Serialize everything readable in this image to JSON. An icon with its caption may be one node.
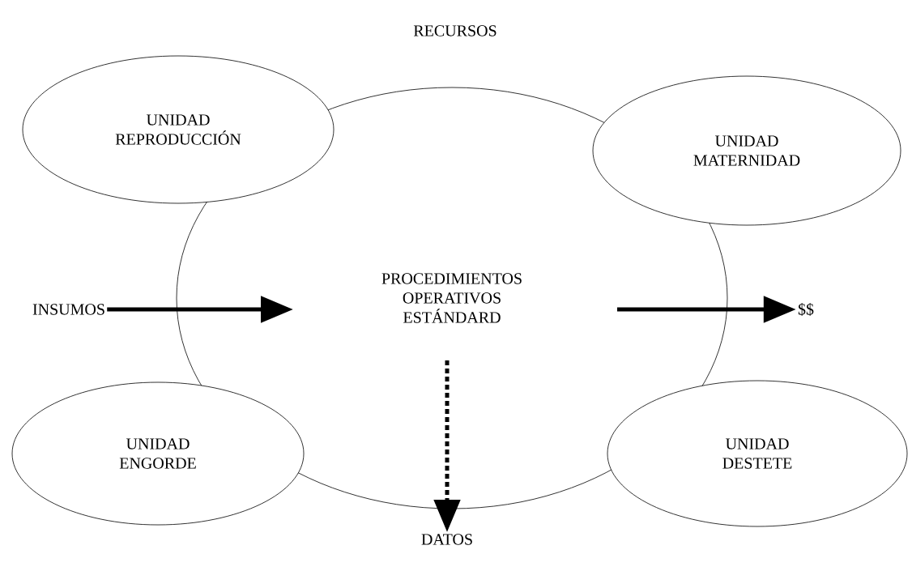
{
  "diagram": {
    "title": "RECURSOS",
    "nodes": [
      {
        "text": [
          "UNIDAD REPRODUCCIÓN"
        ]
      },
      {
        "text": [
          "UNIDAD MATERNIDAD"
        ]
      },
      {
        "text": [
          "PROCEDIMIENTOS OPERATIVOS ESTÁNDARD"
        ]
      },
      {
        "text": [
          "INSUMOS"
        ]
      },
      {
        "text": [
          "$$"
        ]
      },
      {
        "text": [
          "UNIDAD ENGORDE"
        ]
      },
      {
        "text": [
          "UNIDAD DESTETE"
        ]
      },
      {
        "text": [
          "DATOS"
        ]
      }
    ],
    "edges": [
      {
        "from": 3,
        "to": 2,
        "arrow": "to"
      },
      {
        "from": 2,
        "to": 4,
        "arrow": "to"
      },
      {
        "from": 2,
        "to": 7,
        "arrow": "to",
        "style": "dashed"
      }
    ]
  }
}
